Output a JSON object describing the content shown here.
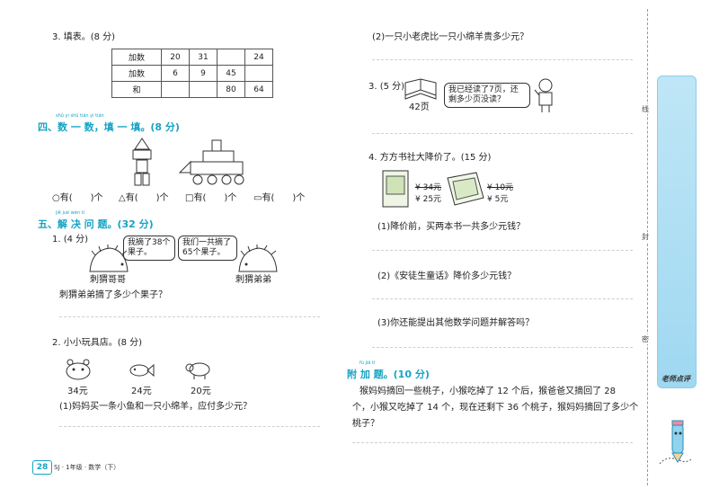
{
  "q3": {
    "title": "3. 填表。(8 分)",
    "table": {
      "row_labels": [
        "加数",
        "加数",
        "和"
      ],
      "rows": [
        [
          "20",
          "31",
          "",
          "24"
        ],
        [
          "6",
          "9",
          "45",
          ""
        ],
        [
          "",
          "",
          "80",
          "64"
        ]
      ]
    }
  },
  "sec4": {
    "pinyin": "shǔ  yi  shǔ    tián  yi  tián",
    "title": "四、数 一 数，填 一 填。(8 分)"
  },
  "shape_count": {
    "circle": "○有(　　)个",
    "triangle": "△有(　　)个",
    "square": "□有(　　)个",
    "rect": "▭有(　　)个"
  },
  "sec5": {
    "pinyin": "jiě  jué  wèn  tí",
    "title": "五、解 决 问 题。(32 分)"
  },
  "p1": {
    "title": "1. (4 分)",
    "bubble_left": "我摘了38个果子。",
    "bubble_right": "我们一共摘了65个果子。",
    "label_left": "刺猬哥哥",
    "label_right": "刺猬弟弟",
    "question": "刺猬弟弟摘了多少个果子？"
  },
  "p2": {
    "title": "2. 小小玩具店。(8 分)",
    "prices": [
      "34元",
      "24元",
      "20元"
    ],
    "sub1": "(1)妈妈买一条小鱼和一只小绵羊，应付多少元？"
  },
  "p2b": {
    "sub2": "(2)一只小老虎比一只小绵羊贵多少元？"
  },
  "p3": {
    "title": "3. (5 分)",
    "book_pages": "42页",
    "bubble": "我已经读了7页，还剩多少页没读？"
  },
  "p4": {
    "title": "4. 方方书社大降价了。(15 分)",
    "old1": "¥ 34元",
    "new1": "¥ 25元",
    "old2": "¥ 10元",
    "new2": "¥ 5元",
    "sub1": "(1)降价前，买两本书一共多少元钱？",
    "sub2": "(2)《安徒生童话》降价多少元钱？",
    "sub3": "(3)你还能提出其他数学问题并解答吗？"
  },
  "extra": {
    "pinyin": "fù  jiā  tí",
    "title": "附 加 题。(10 分)",
    "text": [
      "猴妈妈摘回一些桃子，小猴吃掉了 12 个后，猴爸爸又摘回了 28",
      "个，小猴又吃掉了 14 个，现在还剩下 36 个桃子，猴妈妈摘回了多少个",
      "桃子？"
    ]
  },
  "footer": {
    "page_number": "28",
    "text": "SJ · 1年级 · 数学（下）"
  },
  "sidebar": {
    "label": "老师点评",
    "cut_chars": [
      "线",
      "封",
      "密"
    ]
  },
  "colors": {
    "accent": "#16a3c4",
    "sidebar": "#a9dcf2"
  }
}
